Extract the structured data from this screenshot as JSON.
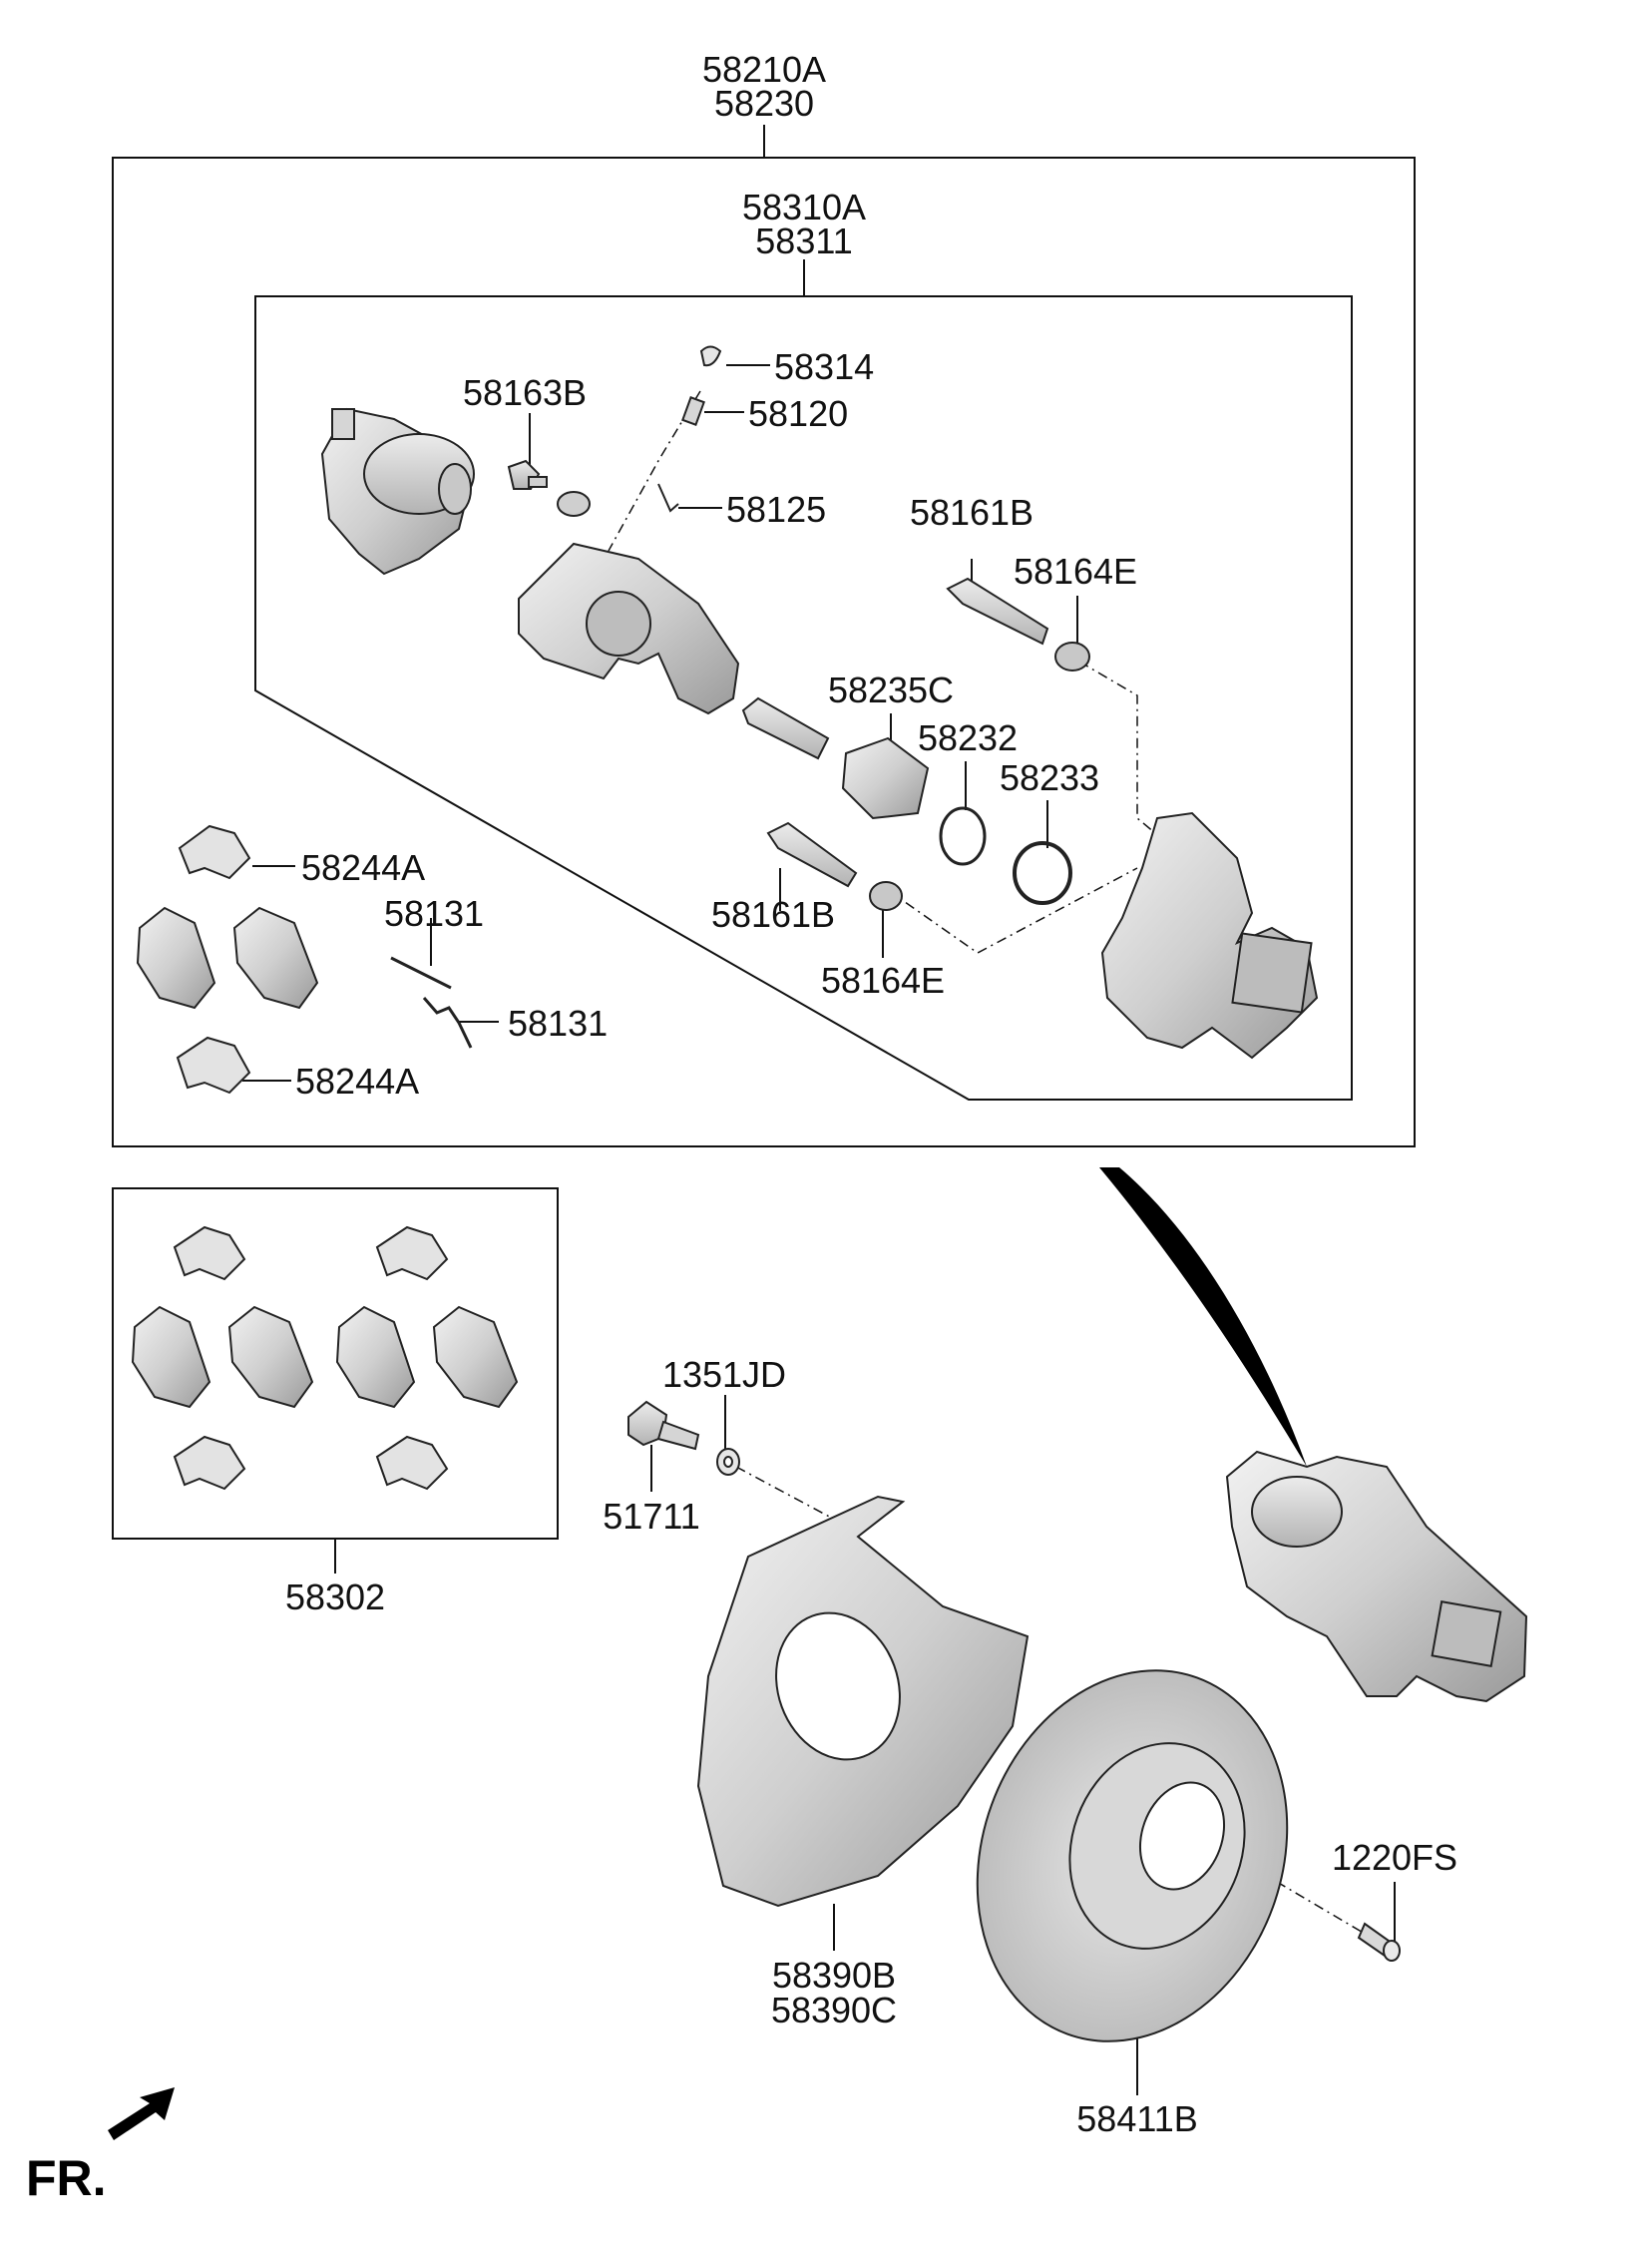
{
  "labels": {
    "assy_58210A": "58210A",
    "assy_58230": "58230",
    "caliper_58310A": "58310A",
    "caliper_58311": "58311",
    "bleeder_cap_58314": "58314",
    "bleeder_screw_58120": "58120",
    "clip_58125": "58125",
    "bolt_58163B": "58163B",
    "guide_rod_58161B_top": "58161B",
    "boot_58164E_top": "58164E",
    "piston_58235C": "58235C",
    "seal_58232": "58232",
    "boot_58233": "58233",
    "guide_rod_58161B_bottom": "58161B",
    "boot_58164E_bottom": "58164E",
    "clip_58244A_top": "58244A",
    "spring_58131_top": "58131",
    "spring_58131_bottom": "58131",
    "clip_58244A_bottom": "58244A",
    "pad_kit_58302": "58302",
    "washer_1351JD": "1351JD",
    "bolt_51711": "51711",
    "dust_cover_58390B": "58390B",
    "dust_cover_58390C": "58390C",
    "disc_58411B": "58411B",
    "screw_1220FS": "1220FS"
  },
  "orientation": {
    "label": "FR."
  },
  "colors": {
    "line": "#111111",
    "part_fill": "#dcdcdc",
    "part_dark": "#a9a9a9",
    "background": "#ffffff"
  }
}
